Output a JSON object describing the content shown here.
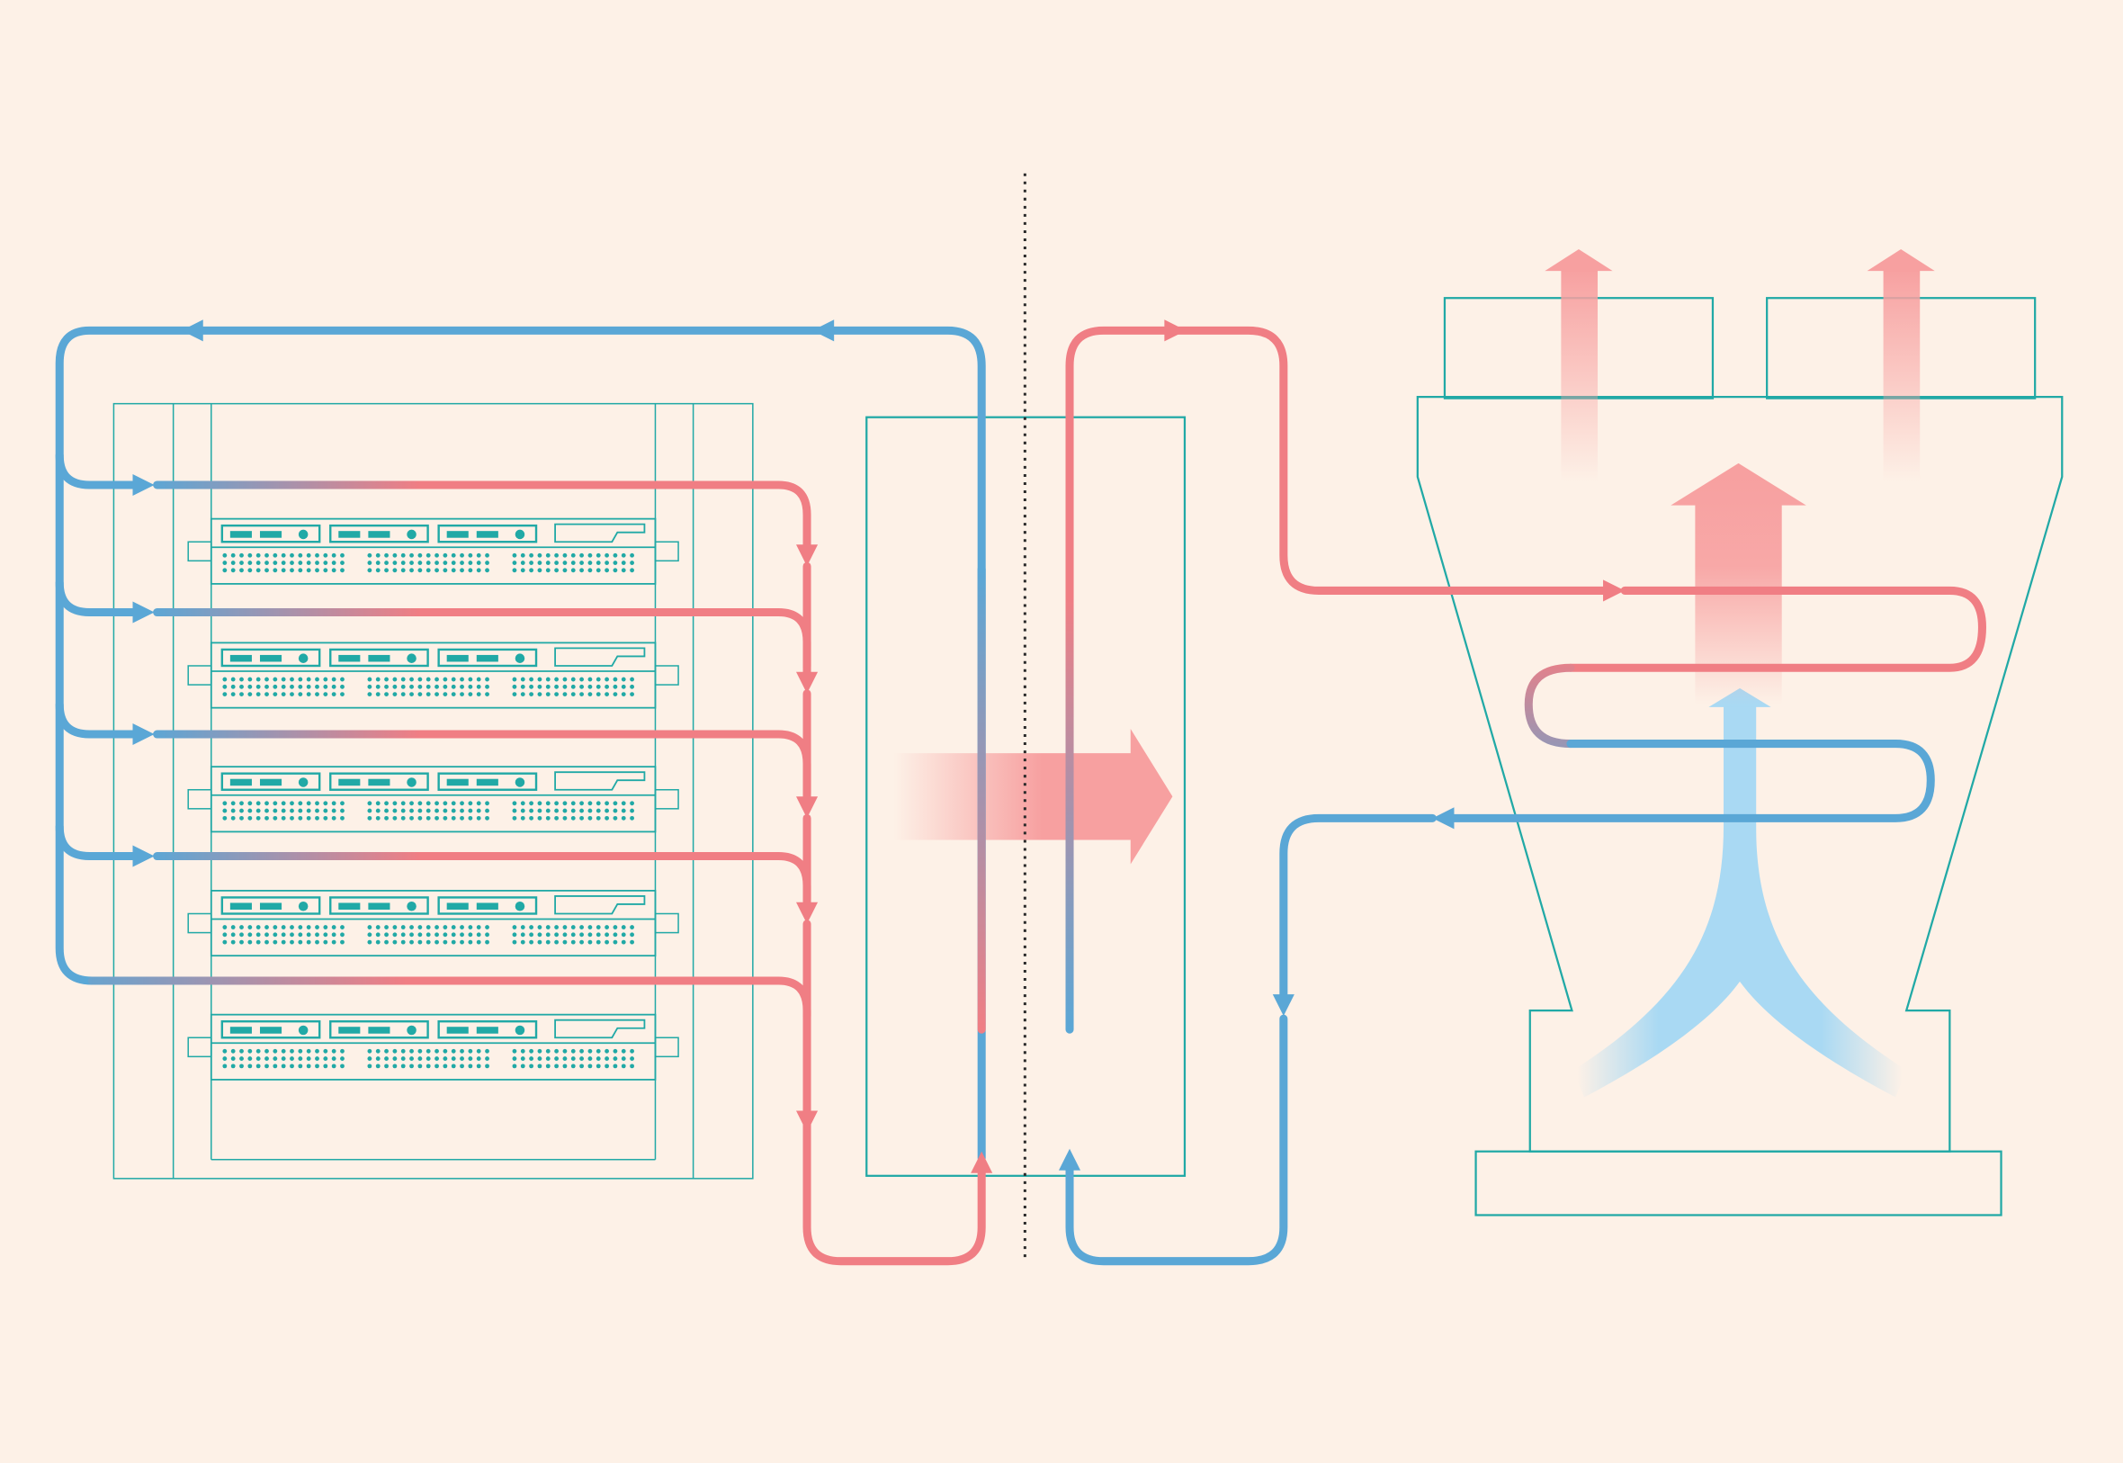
{
  "colors": {
    "background": "#fdf1e7",
    "hot": "#f07e84",
    "cold": "#5aa7d6",
    "outline": "#21a9a6",
    "heat_plume": "#f7a0a0",
    "air_inflow": "#a9d9f3",
    "divider": "#2b2b2b"
  },
  "diagram": {
    "server_rack": {
      "server_units": 5,
      "units_receiving_coolant": 4
    },
    "heat_exchanger": {
      "transfer_direction": "left-to-right"
    },
    "cooling_tower": {
      "exhaust_fans": 2,
      "coil_passes": 3
    }
  }
}
